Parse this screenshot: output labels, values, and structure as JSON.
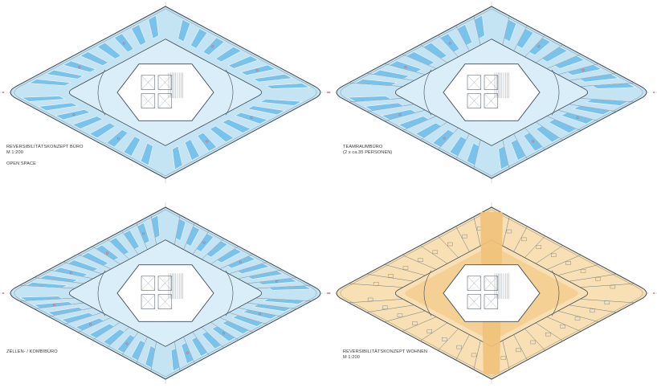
{
  "colors": {
    "office_fill": "#c4e3f3",
    "office_desk_band": "#5fb7e8",
    "residential_fill": "#f8dfb4",
    "residential_core": "#f0c27a",
    "line": "#6d7a86",
    "wall": "#3f4a55",
    "accent_red": "#d9534f"
  },
  "plans": [
    {
      "id": "open-space",
      "layout": "open",
      "caption_lines": [
        "REVERSIBILITÄTSKONZEPT BÜRO",
        "M 1:200",
        "",
        "OPEN SPACE"
      ]
    },
    {
      "id": "teamraum",
      "layout": "team",
      "caption_lines": [
        "TEAMRAUMBÜRO",
        "(2 x ca.35 PERSONEN)"
      ]
    },
    {
      "id": "zellen-kombi",
      "layout": "cell",
      "caption_lines": [
        "ZELLEN- / KOMBIBÜRO"
      ]
    },
    {
      "id": "wohnen",
      "layout": "residential",
      "caption_lines": [
        "REVERSIBILITÄTSKONZEPT WOHNEN",
        "M 1:200"
      ]
    }
  ]
}
